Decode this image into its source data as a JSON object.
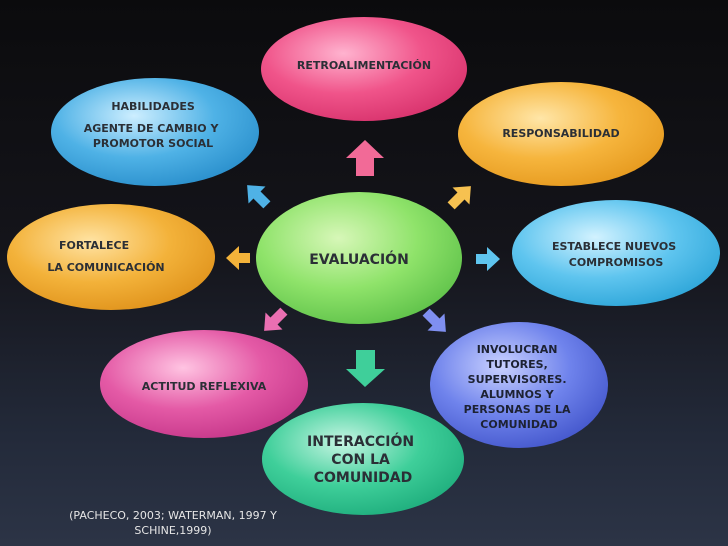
{
  "diagram": {
    "center": {
      "label": "EVALUACIÓN"
    },
    "nodes": {
      "retroalimentacion": {
        "lines": [
          "RETROALIMENTACIÓN"
        ]
      },
      "responsabilidad": {
        "lines": [
          "RESPONSABILIDAD"
        ]
      },
      "compromisos": {
        "lines": [
          "ESTABLECE  NUEVOS",
          "COMPROMISOS"
        ]
      },
      "involucran": {
        "lines": [
          "INVOLUCRAN",
          "TUTORES,",
          "SUPERVISORES.",
          "ALUMNOS Y",
          "PERSONAS DE LA",
          "COMUNIDAD"
        ]
      },
      "interaccion": {
        "lines": [
          "INTERACCIÓN",
          "CON LA",
          "COMUNIDAD"
        ]
      },
      "actitud": {
        "lines": [
          "ACTITUD REFLEXIVA"
        ]
      },
      "fortalece": {
        "lines": [
          "FORTALECE",
          "LA COMUNICACIÓN"
        ]
      },
      "habilidades": {
        "lines": [
          "HABILIDADES",
          "AGENTE DE CAMBIO  Y",
          "PROMOTOR SOCIAL"
        ]
      }
    },
    "colors": {
      "center": "#8fe36a",
      "retroalimentacion": "#f0548a",
      "responsabilidad": "#f6b53d",
      "compromisos": "#5fc5ef",
      "involucran": "#5a6fe0",
      "interaccion": "#3fcf9a",
      "actitud": "#e45aa6",
      "fortalece": "#f3b23a",
      "habilidades": "#4fb2e6"
    }
  },
  "citation": {
    "line1": "(PACHECO, 2003;   WATERMAN, 1997 Y",
    "line2": "SCHINE,1999)"
  }
}
